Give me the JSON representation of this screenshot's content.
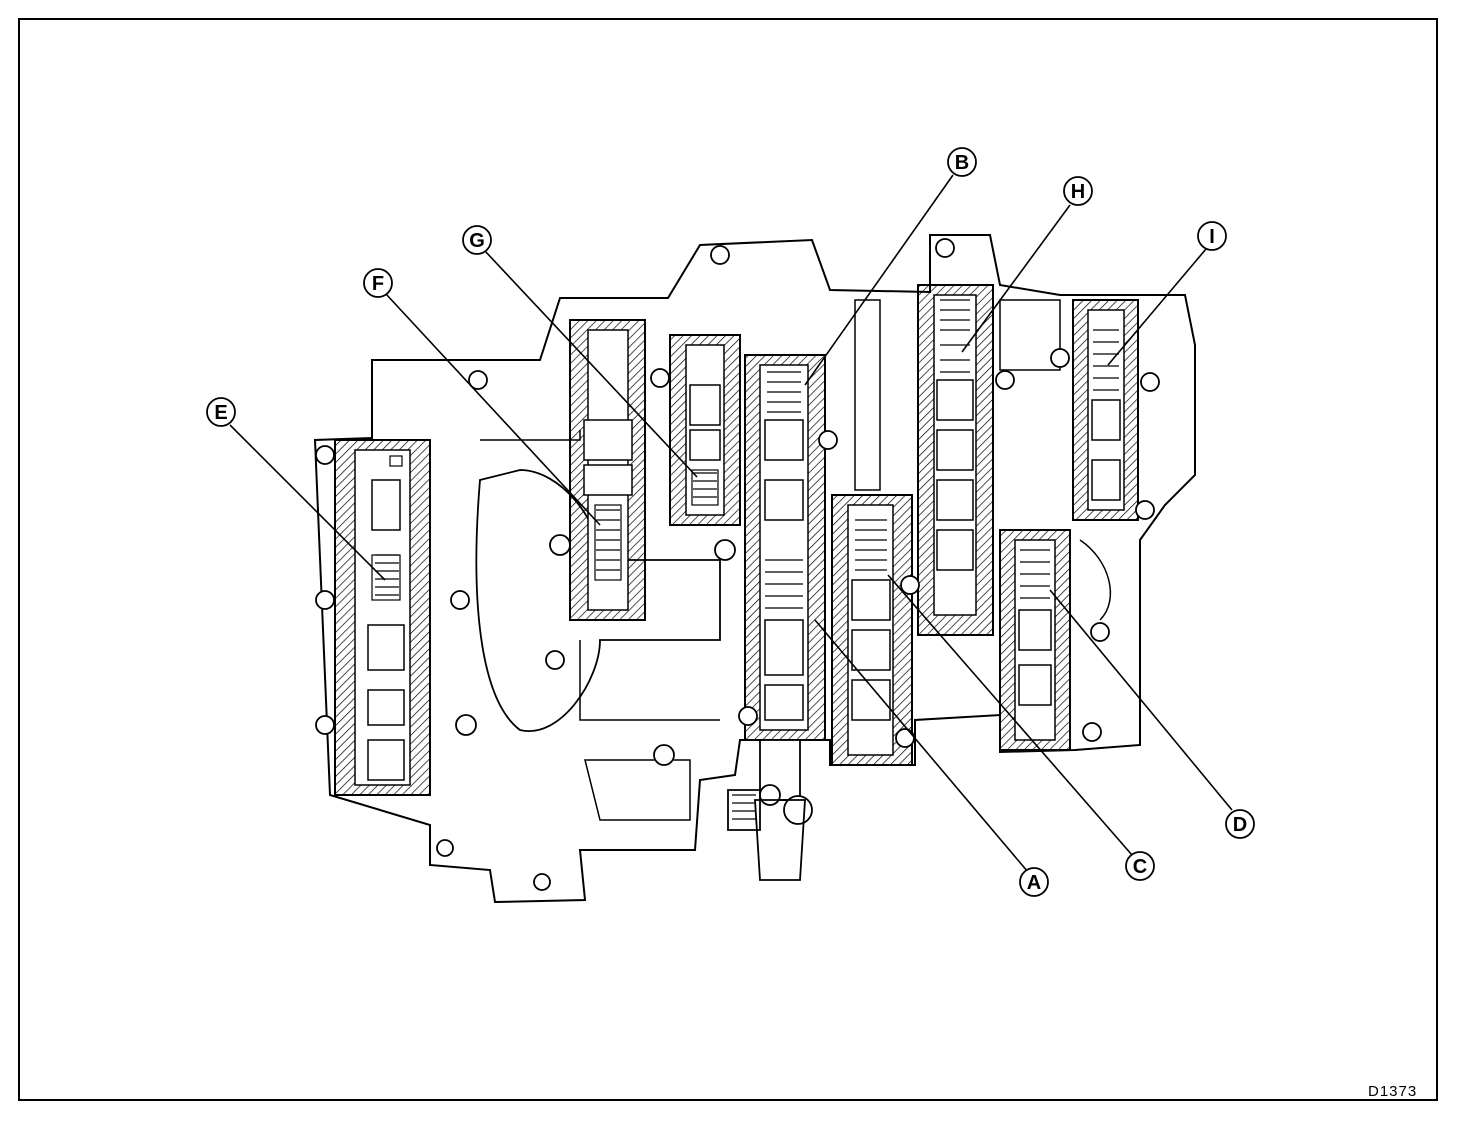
{
  "figure": {
    "code": "D1373"
  },
  "callouts": [
    {
      "letter": "A"
    },
    {
      "letter": "B"
    },
    {
      "letter": "C"
    },
    {
      "letter": "D"
    },
    {
      "letter": "E"
    },
    {
      "letter": "F"
    },
    {
      "letter": "G"
    },
    {
      "letter": "H"
    },
    {
      "letter": "I"
    }
  ],
  "colors": {
    "line": "#000000",
    "background": "#ffffff"
  }
}
